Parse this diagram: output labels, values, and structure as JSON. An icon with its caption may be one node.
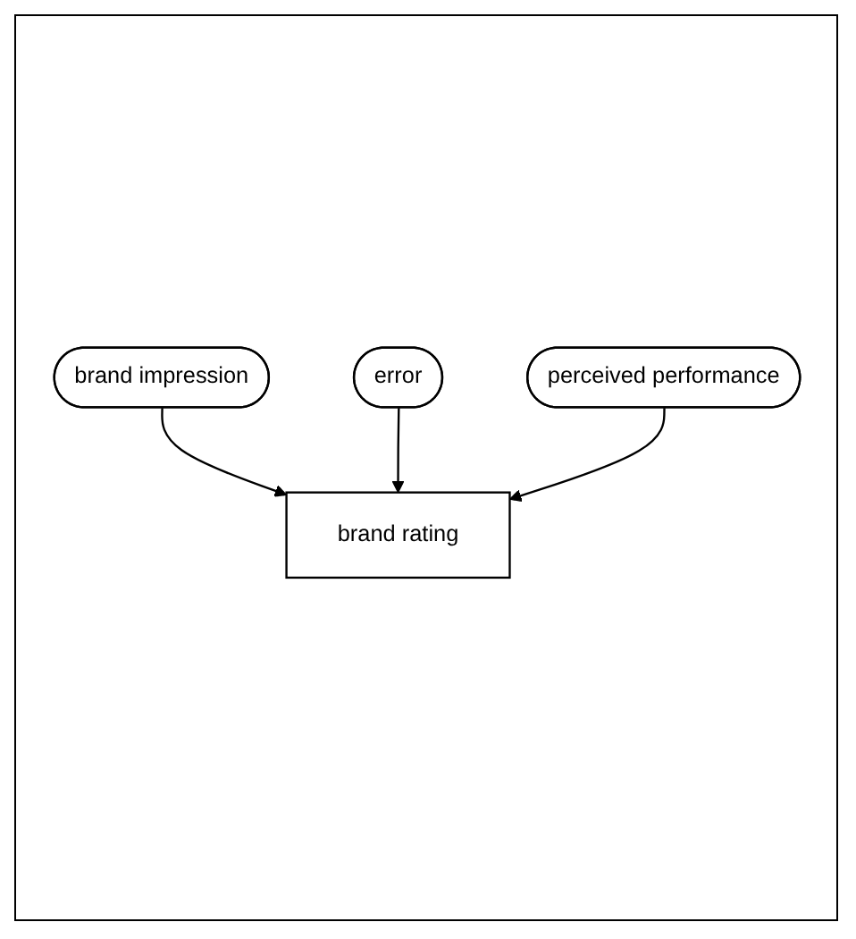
{
  "diagram": {
    "nodes": [
      {
        "text": [
          "brand impression"
        ]
      },
      {
        "text": [
          "error"
        ]
      },
      {
        "text": [
          "brand rating"
        ]
      },
      {
        "text": [
          "perceived performance"
        ]
      }
    ],
    "edges": [
      {
        "from": 0,
        "to": 2,
        "arrow": "to"
      },
      {
        "from": 1,
        "to": 2,
        "arrow": "to"
      },
      {
        "from": 3,
        "to": 2,
        "arrow": "to"
      }
    ]
  }
}
